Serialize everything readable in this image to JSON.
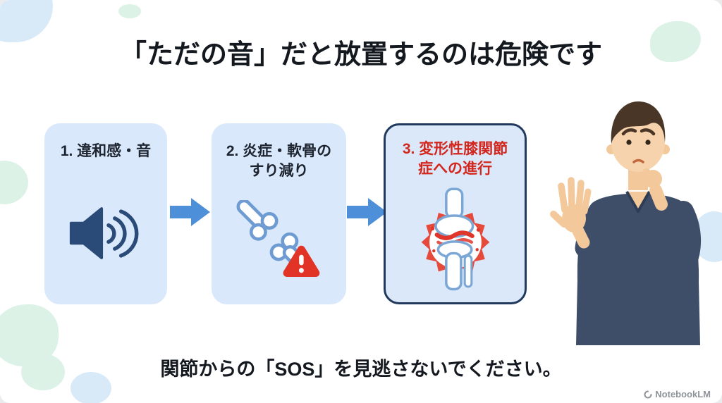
{
  "title": "「ただの音」だと放置するのは危険です",
  "flow": {
    "steps": [
      {
        "label": "1. 違和感・音",
        "icon": "speaker-sound-waves-icon",
        "emphasis": false
      },
      {
        "label": "2. 炎症・軟骨の\nすり減り",
        "icon": "joint-cartilage-warning-icon",
        "emphasis": false
      },
      {
        "label": "3. 変形性膝関節\n症への進行",
        "icon": "inflamed-knee-joint-icon",
        "emphasis": true
      }
    ]
  },
  "footer": {
    "message": "関節からの「SOS」を見逃さないでください。"
  },
  "branding": {
    "watermark": "NotebookLM"
  },
  "colors": {
    "card_background": "#d9e9fb",
    "card3_border": "#20395c",
    "emphasis_text": "#d3261c",
    "arrow_blue": "#4e8fd9",
    "title_text": "#14181f",
    "icon_navy": "#2a4a78",
    "warning_red": "#e23327",
    "blob_blue": "#d8e9f8",
    "blob_green": "#dcf2e6"
  }
}
